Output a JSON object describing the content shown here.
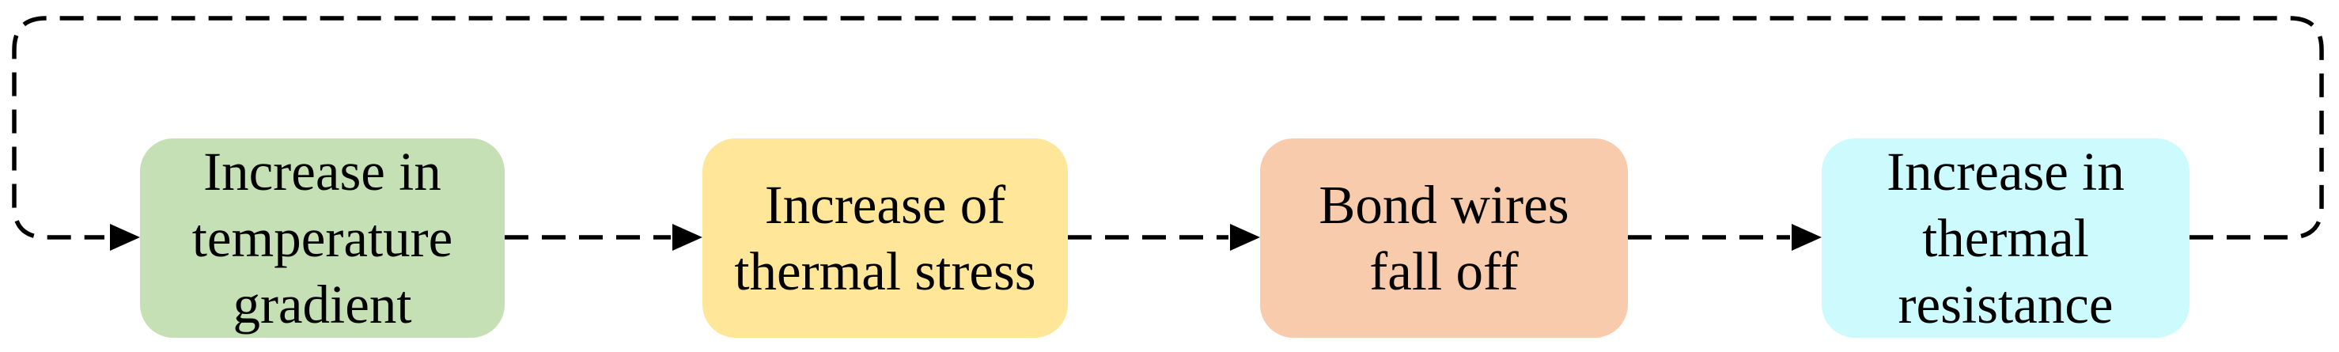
{
  "diagram": {
    "description": "Failure mechanism feedback loop diagram",
    "background_color": "#ffffff",
    "connector_color": "#000000",
    "text_color": "#000000",
    "boxes": [
      {
        "id": "temperature-gradient",
        "label": "Increase in\ntemperature\ngradient",
        "color": "#c5e0b4"
      },
      {
        "id": "thermal-stress",
        "label": "Increase of\nthermal stress",
        "color": "#ffe699"
      },
      {
        "id": "bond-wires",
        "label": "Bond wires\nfall off",
        "color": "#f8cbad"
      },
      {
        "id": "thermal-resistance",
        "label": "Increase in\nthermal\nresistance",
        "color": "#cdfbfd"
      }
    ],
    "flow": [
      "temperature-gradient -> thermal-stress",
      "thermal-stress -> bond-wires",
      "bond-wires -> thermal-resistance",
      "thermal-resistance -> temperature-gradient (feedback loop)"
    ]
  }
}
